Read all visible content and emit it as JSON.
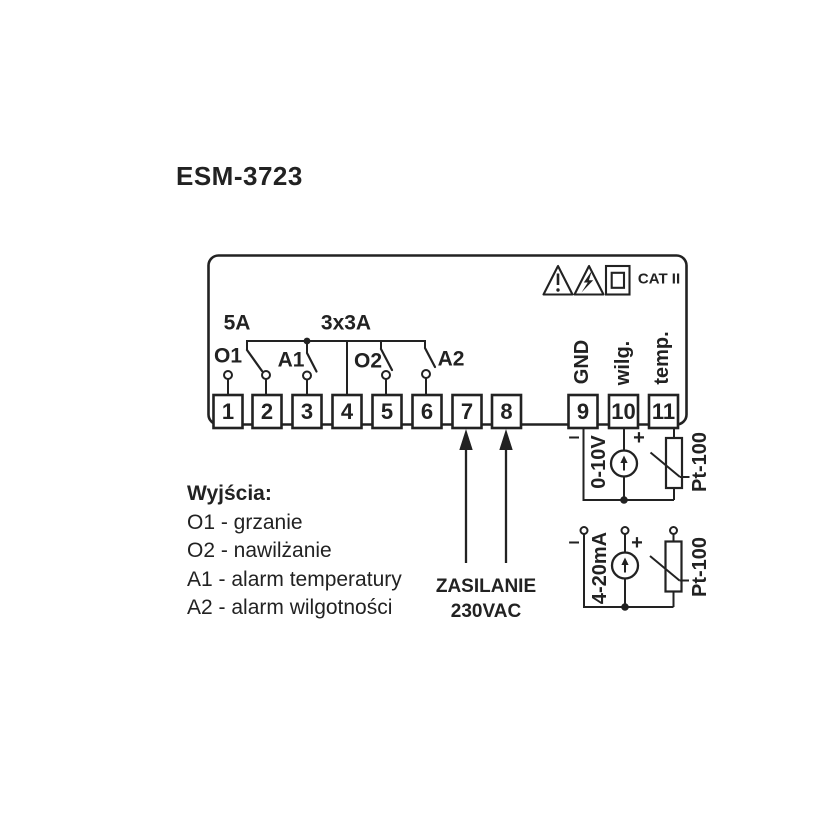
{
  "title": "ESM-3723",
  "device": {
    "category_label": "CAT II",
    "ratings": {
      "o1_relay": "5A",
      "relay_group": "3x3A"
    },
    "outputs": {
      "o1": "O1",
      "a1": "A1",
      "o2": "O2",
      "a2": "A2"
    },
    "terminals": [
      "1",
      "2",
      "3",
      "4",
      "5",
      "6",
      "7",
      "8",
      "9",
      "10",
      "11"
    ],
    "analog_labels": {
      "gnd": "GND",
      "humidity": "wilg.",
      "temperature": "temp."
    }
  },
  "power": {
    "line1": "ZASILANIE",
    "line2": "230VAC"
  },
  "sensor_circuits": {
    "voltage": {
      "range": "0-10V",
      "minus": "–",
      "plus": "+",
      "probe": "Pt-100"
    },
    "current": {
      "range": "4-20mA",
      "minus": "–",
      "plus": "+",
      "probe": "Pt-100"
    }
  },
  "legend": {
    "heading": "Wyjścia:",
    "items": [
      "O1 - grzanie",
      "O2 - nawilżanie",
      "A1 - alarm temperatury",
      "A2 - alarm wilgotności"
    ]
  },
  "colors": {
    "ink": "#222222",
    "background": "#ffffff"
  }
}
